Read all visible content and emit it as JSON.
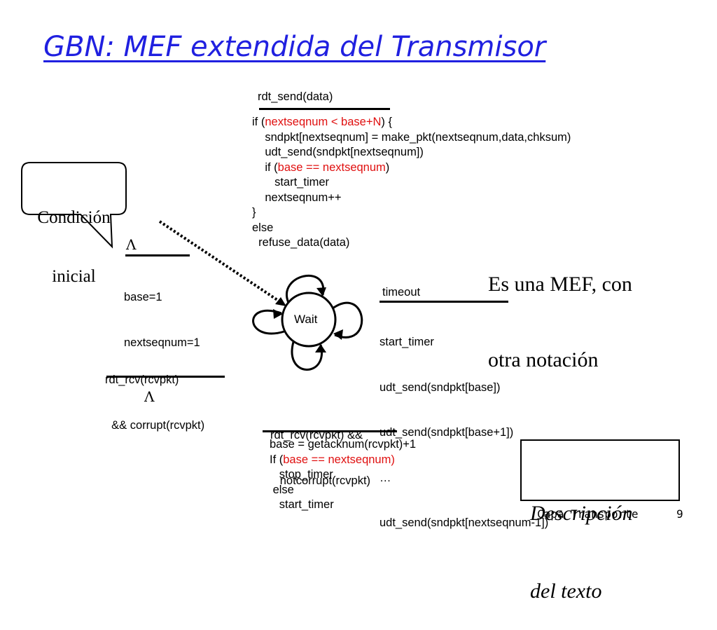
{
  "title": "GBN: MEF extendida del Transmisor",
  "send_transition": {
    "event": "rdt_send(data)",
    "lines": [
      [
        {
          "t": "if ("
        },
        {
          "t": "nextseqnum < base+N",
          "red": true
        },
        {
          "t": ") {"
        }
      ],
      [
        {
          "t": "    sndpkt[nextseqnum] = make_pkt(nextseqnum,data,chksum)"
        }
      ],
      [
        {
          "t": "    udt_send(sndpkt[nextseqnum])"
        }
      ],
      [
        {
          "t": "    if ("
        },
        {
          "t": "base == nextseqnum",
          "red": true
        },
        {
          "t": ")"
        }
      ],
      [
        {
          "t": "       start_timer"
        }
      ],
      [
        {
          "t": "    nextseqnum++"
        }
      ],
      [
        {
          "t": "}"
        }
      ],
      [
        {
          "t": "else"
        }
      ],
      [
        {
          "t": "  refuse_data(data)"
        }
      ]
    ]
  },
  "initial": {
    "callout": [
      "Condición",
      "inicial"
    ],
    "lambda": "Λ",
    "actions": [
      "base=1",
      "nextseqnum=1"
    ]
  },
  "state": {
    "name": "Wait"
  },
  "timeout_transition": {
    "event": "timeout",
    "actions": [
      "start_timer",
      "udt_send(sndpkt[base])",
      "udt_send(sndpkt[base+1])",
      "…",
      "udt_send(sndpkt[nextseqnum-1])"
    ]
  },
  "corrupt_transition": {
    "event": [
      "rdt_rcv(rcvpkt)",
      "  && corrupt(rcvpkt)"
    ],
    "lambda": "Λ"
  },
  "notcorrupt_transition": {
    "event": [
      "rdt_rcv(rcvpkt) &&",
      "   notcorrupt(rcvpkt)"
    ],
    "lines": [
      [
        {
          "t": "base = getacknum(rcvpkt)+1"
        }
      ],
      [
        {
          "t": "If ("
        },
        {
          "t": "base == nextseqnum)",
          "red": true
        }
      ],
      [
        {
          "t": "   stop_timer"
        }
      ],
      [
        {
          "t": " else"
        }
      ],
      [
        {
          "t": "   start_timer"
        }
      ]
    ]
  },
  "note": [
    "Es una MEF, con",
    "otra notación"
  ],
  "description_box": [
    "Descripción",
    "del texto"
  ],
  "footer": {
    "section": "Capa Transporte",
    "page": "9"
  },
  "colors": {
    "title": "#2020e0",
    "highlight": "#e01010"
  }
}
